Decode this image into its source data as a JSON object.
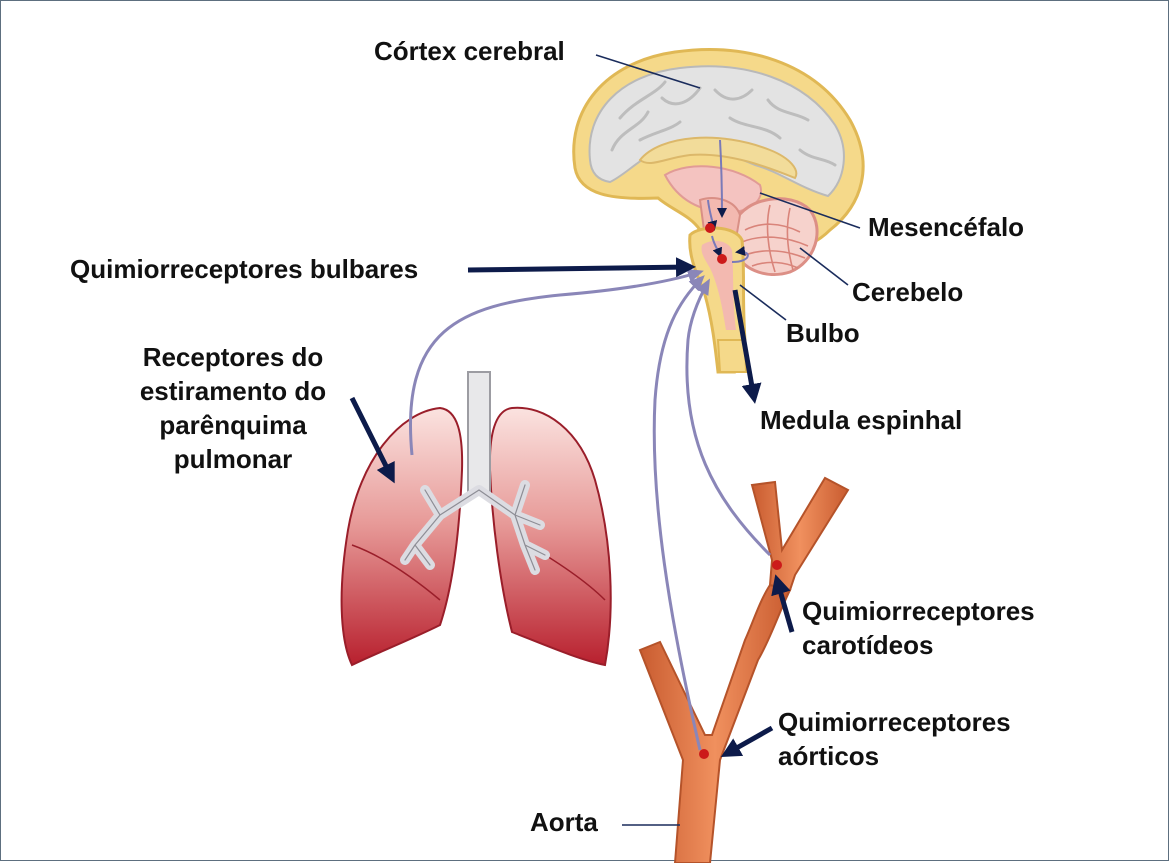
{
  "labels": {
    "cortex": "Córtex cerebral",
    "mesencefalo": "Mesencéfalo",
    "cerebelo": "Cerebelo",
    "bulbo": "Bulbo",
    "bulbares": "Quimiorreceptores bulbares",
    "medula": "Medula espinhal",
    "receptores_lines": [
      "Receptores do",
      "estiramento do",
      "parênquima",
      "pulmonar"
    ],
    "carotideos_lines": [
      "Quimiorreceptores",
      "carotídeos"
    ],
    "aorticos_lines": [
      "Quimiorreceptores",
      "aórticos"
    ],
    "aorta": "Aorta"
  },
  "colors": {
    "arrow_dark": "#0d1b4a",
    "afferent_line": "#8a86b8",
    "receptor_dot": "#cc1a1a",
    "brain_outer": "#f5d98a",
    "brain_gray": "#e2e2e2",
    "vessel": "#e0774a",
    "lung": "#c8384a"
  }
}
